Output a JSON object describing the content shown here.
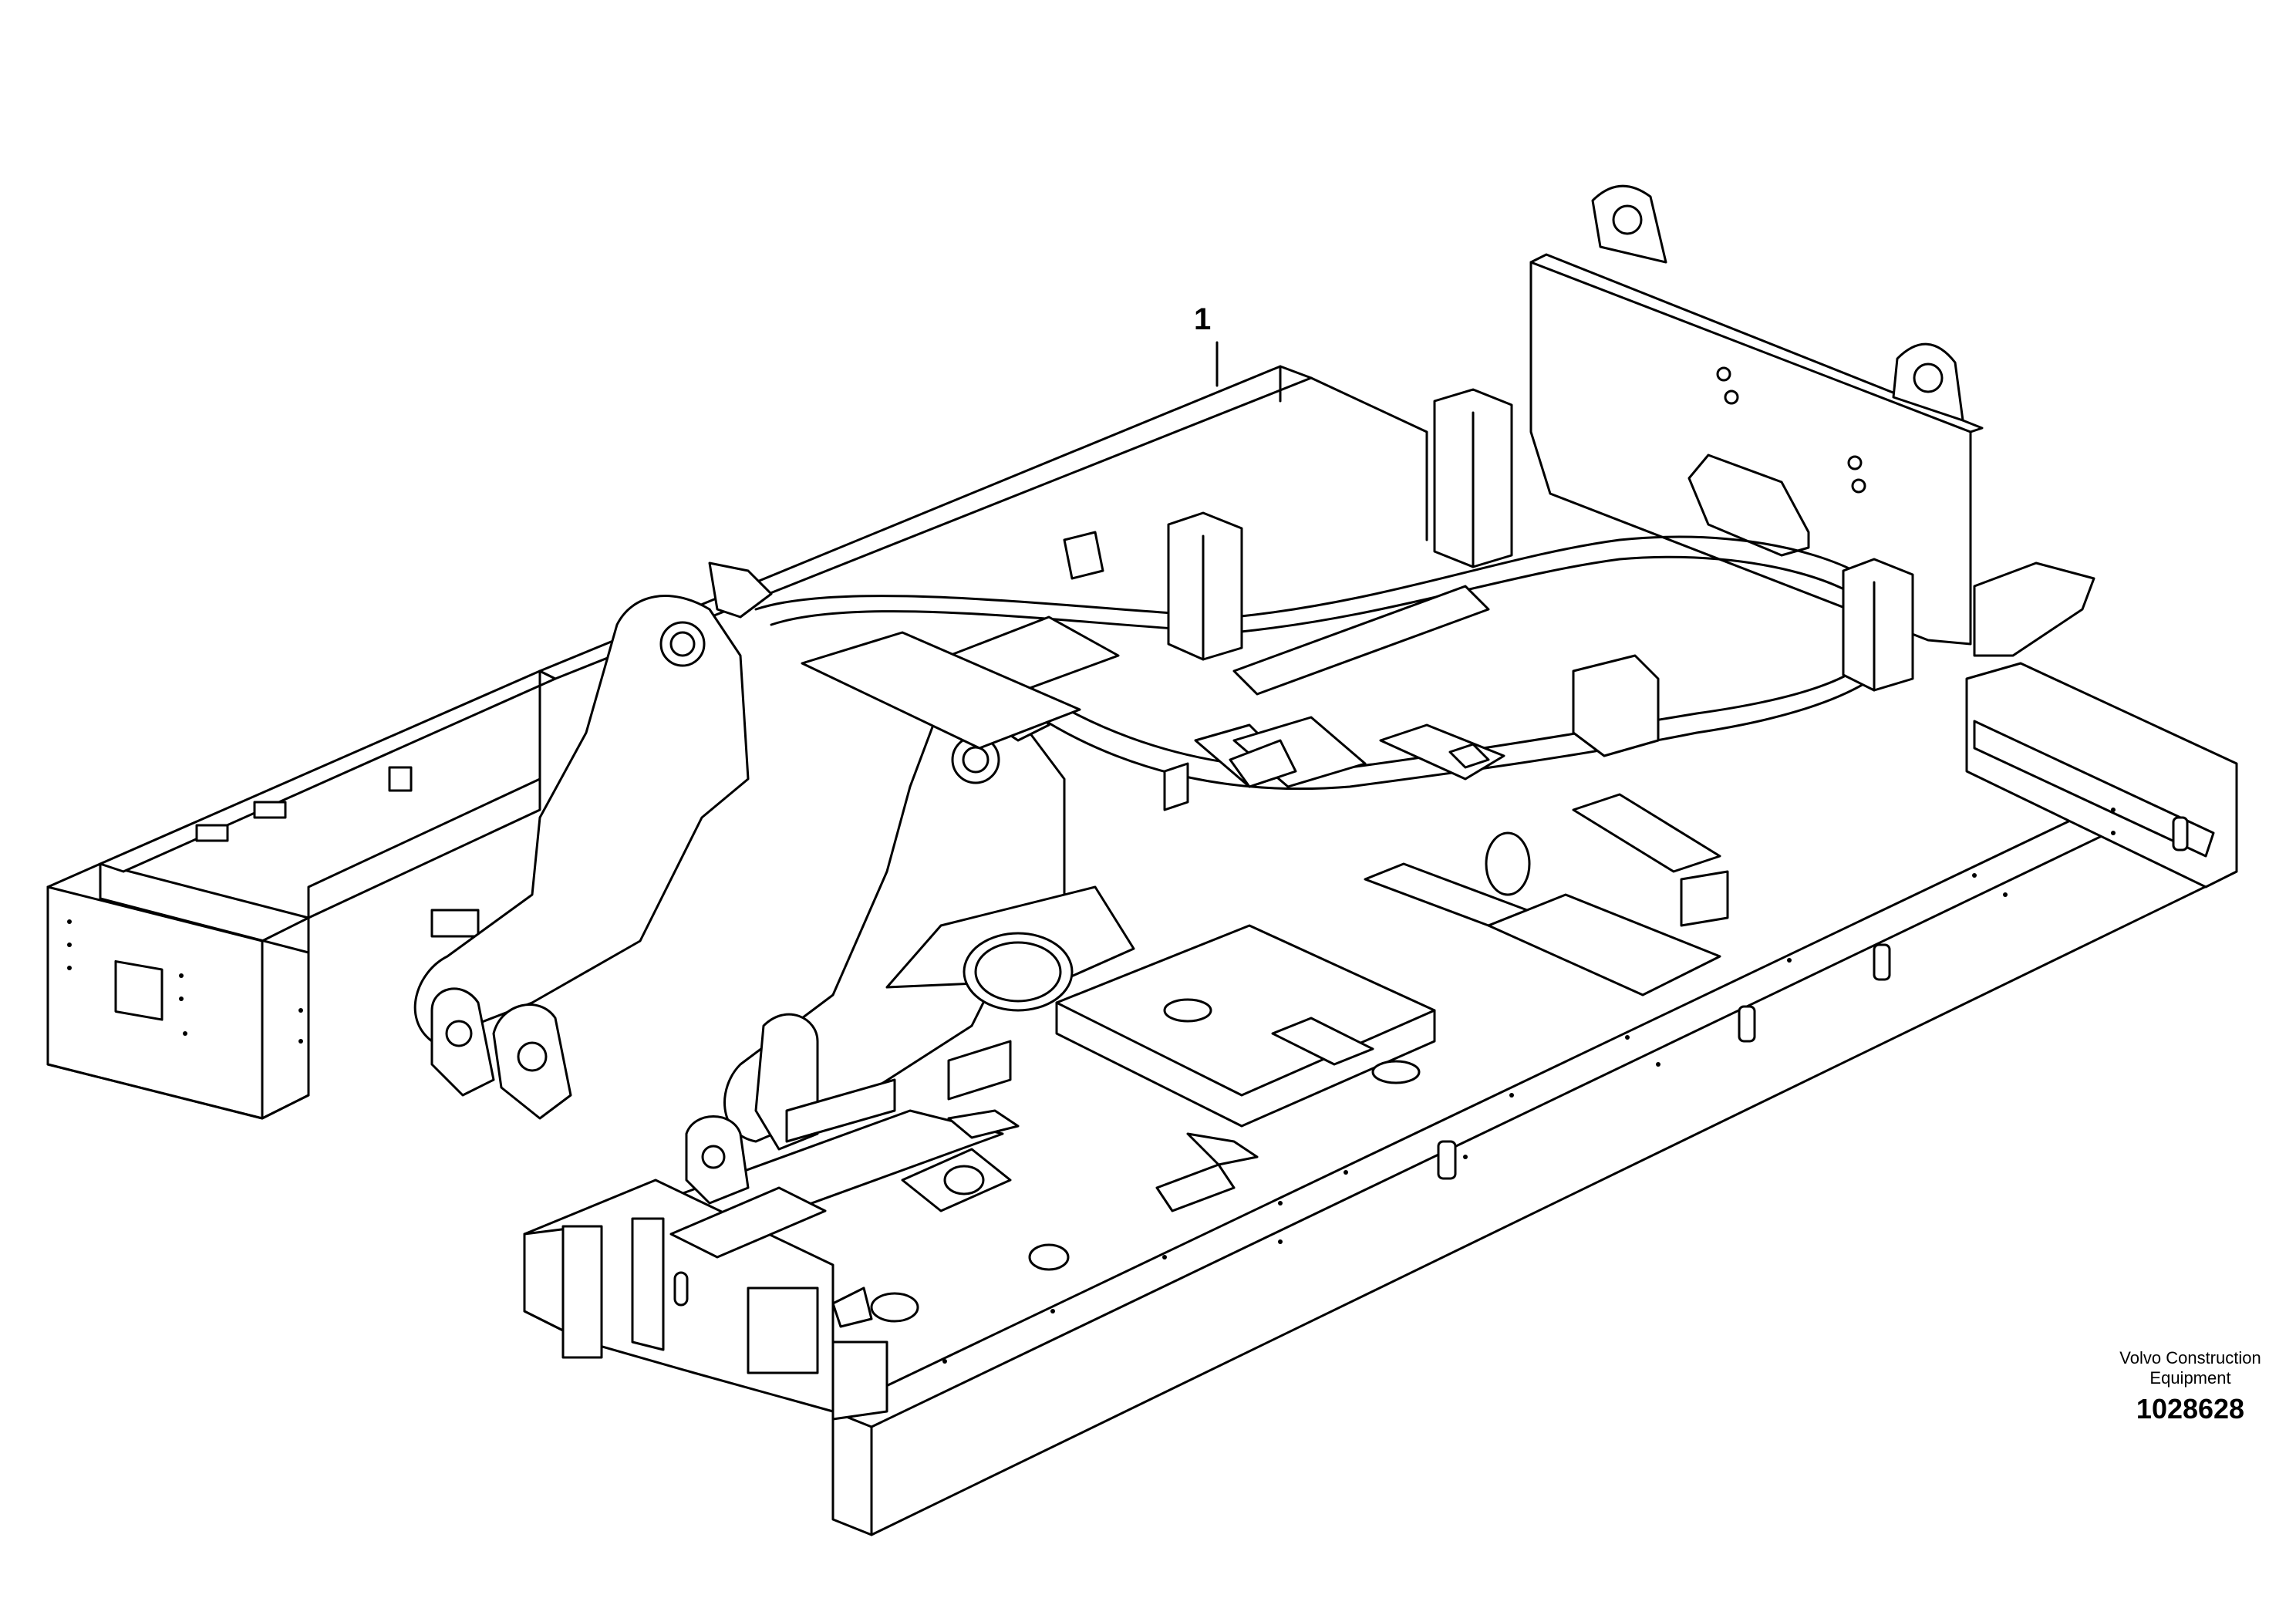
{
  "callout": {
    "label": "1"
  },
  "brand": {
    "line1": "Volvo Construction",
    "line2": "Equipment"
  },
  "drawing_number": "1028628",
  "colors": {
    "stroke": "#000000",
    "background": "#ffffff"
  }
}
